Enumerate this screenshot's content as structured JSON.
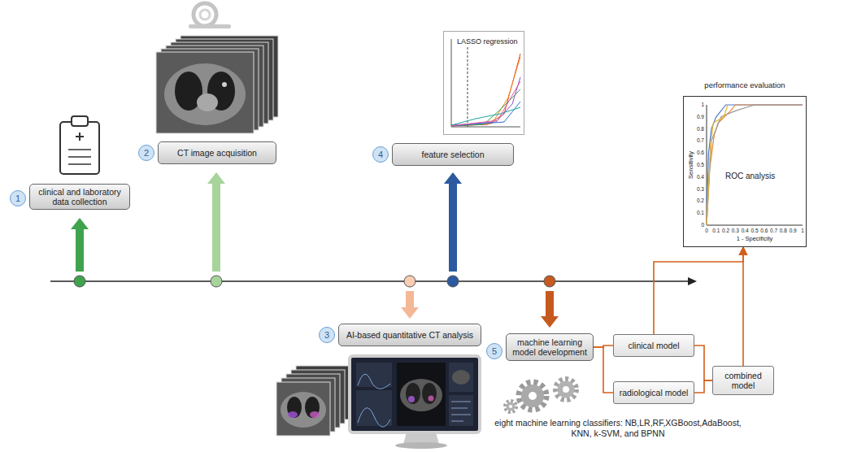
{
  "diagram": {
    "nodes": [
      {
        "text": [
          "1"
        ]
      },
      {
        "text": [
          "clinical and laboratory data collection"
        ]
      },
      {
        "text": [
          "2"
        ]
      },
      {
        "text": [
          "CT image acquisition"
        ]
      },
      {
        "text": [
          "3"
        ]
      },
      {
        "text": [
          "AI-based quantitative CT analysis"
        ]
      },
      {
        "text": [
          "4"
        ]
      },
      {
        "text": [
          "feature selection"
        ]
      },
      {
        "text": [
          "LASSO regression"
        ]
      },
      {
        "text": [
          "5"
        ]
      },
      {
        "text": [
          "machine learning model development"
        ]
      },
      {
        "text": [
          "clinical model"
        ]
      },
      {
        "text": [
          "radiological model"
        ]
      },
      {
        "text": [
          "combined model"
        ]
      },
      {
        "text": [
          "performance evaluation",
          "ROC analysis"
        ]
      }
    ],
    "edges": [
      {
        "from": 10,
        "to": 11,
        "arrow": "none"
      },
      {
        "from": 10,
        "to": 12,
        "arrow": "none"
      },
      {
        "from": 11,
        "to": 13,
        "arrow": "none"
      },
      {
        "from": 12,
        "to": 13,
        "arrow": "none"
      },
      {
        "from": 11,
        "to": 14,
        "arrow": "to"
      },
      {
        "from": 13,
        "to": 14,
        "arrow": "to"
      }
    ],
    "labels": [
      "eight machine learning classifiers: NB,LR,RF,XGBoost,AdaBoost, KNN, k-SVM, and BPNN",
      "0",
      "0.1",
      "0.2",
      "0.3",
      "0.4",
      "0.5",
      "0.6",
      "0.7",
      "0.8",
      "0.9",
      "1",
      "0",
      "0.1",
      "0.2",
      "0.3",
      "0.4",
      "0.5",
      "0.6",
      "0.7",
      "0.8",
      "0.9",
      "1",
      "Sensitivity",
      "1 - Specificity"
    ]
  }
}
